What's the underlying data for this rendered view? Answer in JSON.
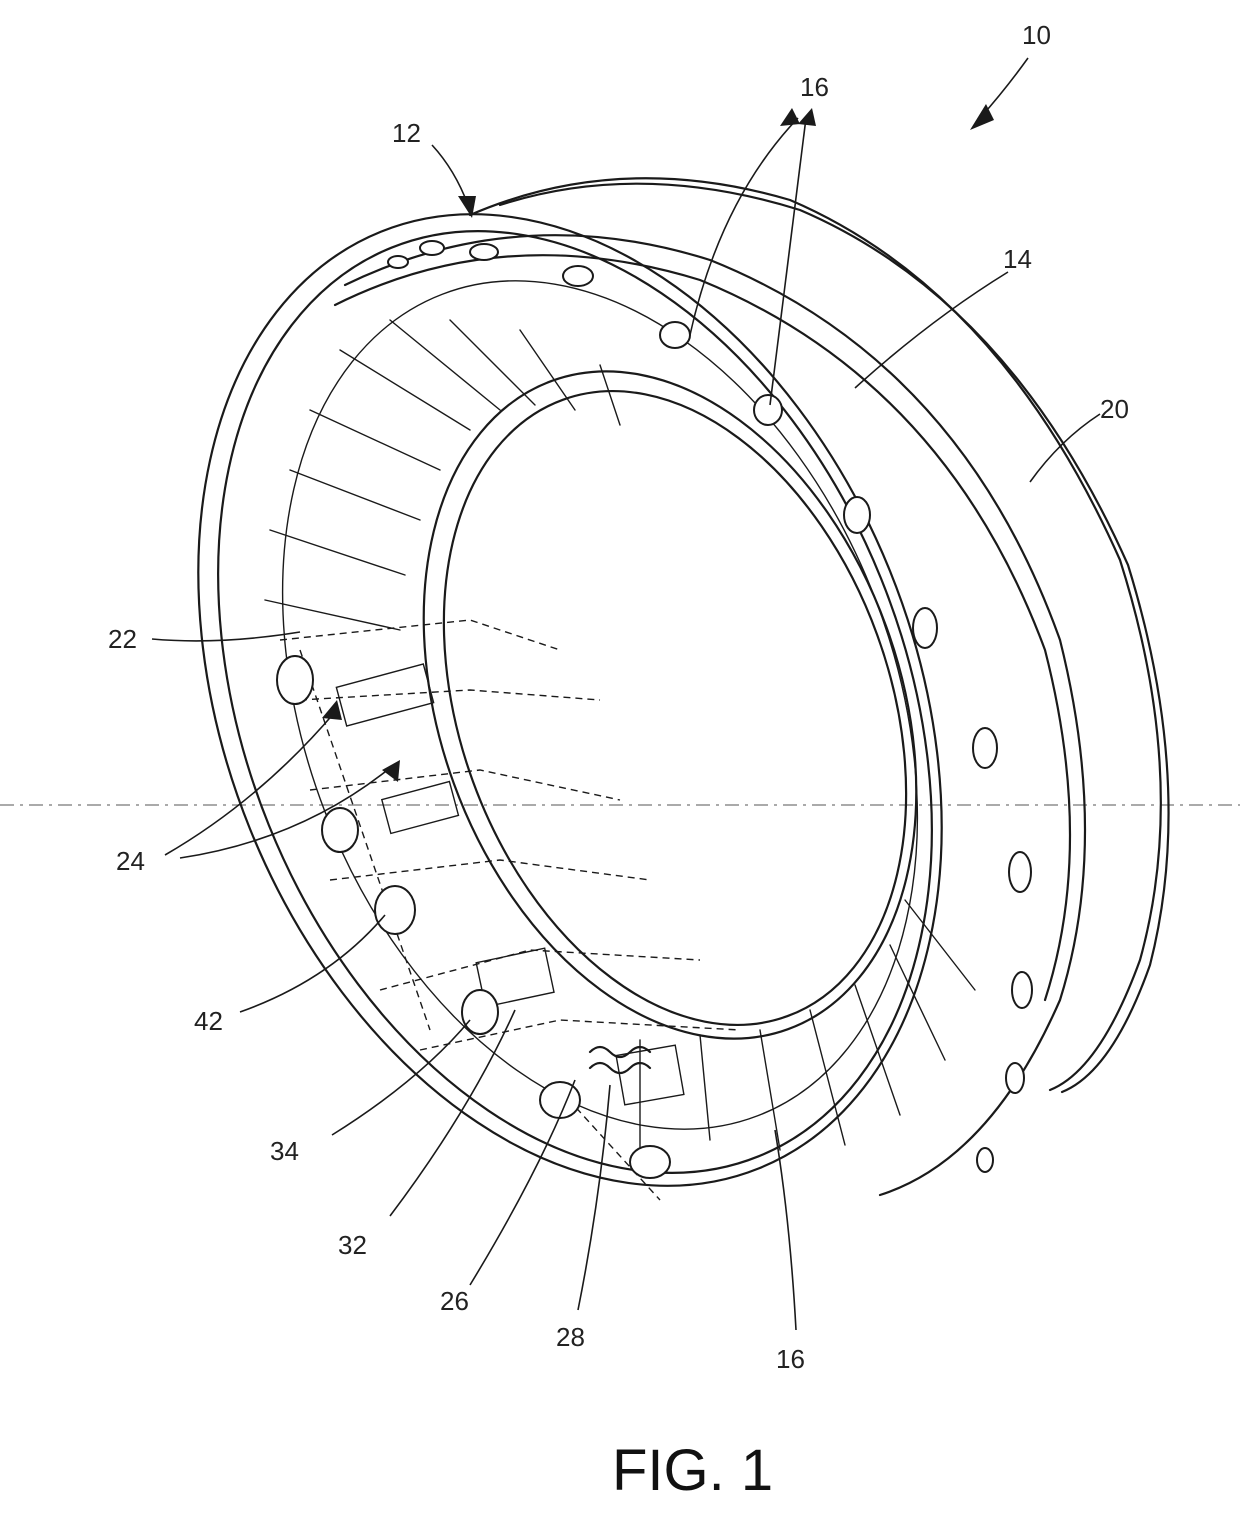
{
  "figure": {
    "caption": "FIG. 1",
    "labels": {
      "l10": "10",
      "l12": "12",
      "l16_top": "16",
      "l14": "14",
      "l20": "20",
      "l22": "22",
      "l24": "24",
      "l42": "42",
      "l34": "34",
      "l32": "32",
      "l26": "26",
      "l28": "28",
      "l16_bottom": "16"
    }
  }
}
